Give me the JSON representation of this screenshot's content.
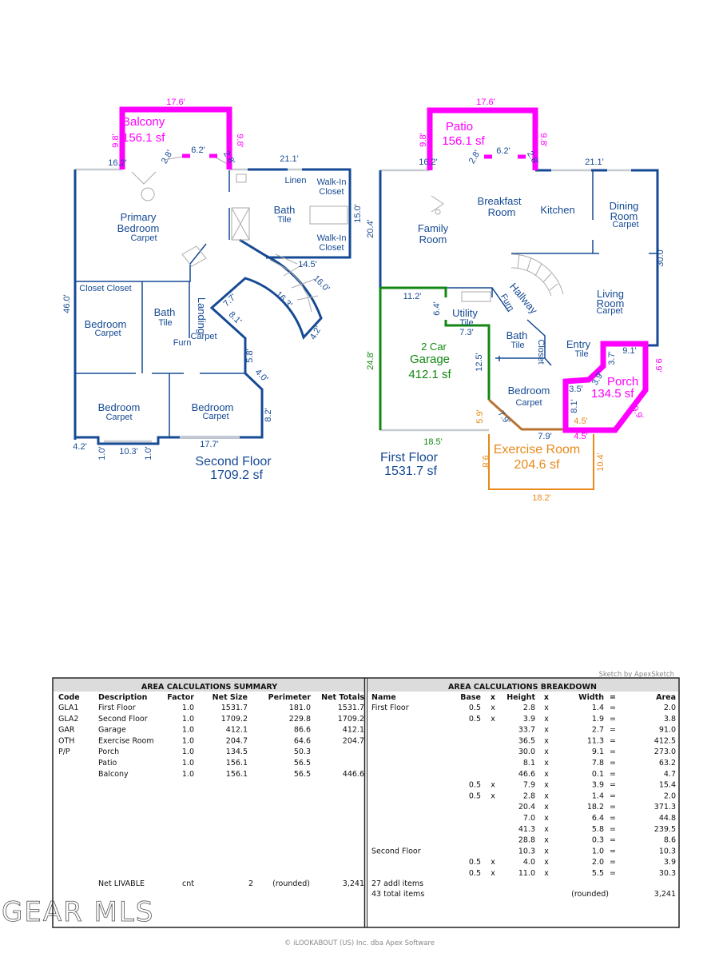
{
  "colors": {
    "walls": "#164a94",
    "porch_patio_balcony": "#ff00ff",
    "garage": "#118811",
    "exercise_room": "#e8891a"
  },
  "second_floor": {
    "title": "Second Floor",
    "area": "1709.2 sf",
    "balcony": {
      "name": "Balcony",
      "area": "156.1 sf",
      "width": "17.6'",
      "left": "9.8'",
      "right": "9.8'"
    },
    "rooms": {
      "primary_bedroom": [
        "Primary",
        "Bedroom",
        "Carpet"
      ],
      "bath_main": [
        "Bath",
        "Tile"
      ],
      "linen": "Linen",
      "walk_in_1": [
        "Walk-In",
        "Closet"
      ],
      "walk_in_2": [
        "Walk-In",
        "Closet"
      ],
      "closets": "Closet Closet",
      "bedroom_1": [
        "Bedroom",
        "Carpet"
      ],
      "bath_2": [
        "Bath",
        "Tile"
      ],
      "furn": "Furn",
      "landing": [
        "Landing",
        "Carpet"
      ],
      "bedroom_2": [
        "Bedroom",
        "Carpet"
      ],
      "bedroom_3": [
        "Bedroom",
        "Carpet"
      ]
    },
    "dims": [
      "16.2'",
      "2.8'",
      "6.2'",
      "2.8'",
      "21.1'",
      "15.0'",
      "14.5'",
      "16.0'",
      "16.3'",
      "7.7'",
      "8.1'",
      "4.2'",
      "46.0'",
      "5.8'",
      "4.0'",
      "8.2'",
      "4.2'",
      "1.0'",
      "10.3'",
      "1.0'",
      "17.7'"
    ]
  },
  "first_floor": {
    "title": "First Floor",
    "area": "1531.7 sf",
    "patio": {
      "name": "Patio",
      "area": "156.1 sf",
      "width": "17.6'",
      "left": "9.8'",
      "right": "9.8'"
    },
    "garage": {
      "name1": "2 Car",
      "name2": "Garage",
      "area": "412.1 sf",
      "dims": [
        "24.8'",
        "18.5'"
      ]
    },
    "porch": {
      "name": "Porch",
      "area": "134.5 sf",
      "dims": [
        "9.9'",
        "9.9'",
        "4.5'"
      ]
    },
    "exercise": {
      "name": "Exercise Room",
      "area": "204.6 sf",
      "dims": [
        "5.9'",
        "9.8'",
        "10.4'",
        "18.2'",
        "4.5'"
      ]
    },
    "rooms": {
      "breakfast": [
        "Breakfast",
        "Room"
      ],
      "kitchen": "Kitchen",
      "dining": [
        "Dining",
        "Room",
        "Carpet"
      ],
      "family": [
        "Family",
        "Room"
      ],
      "hallway": "Hallway",
      "living": [
        "Living",
        "Room",
        "Carpet"
      ],
      "utility": [
        "Utility",
        "Tile"
      ],
      "furn": "Furn",
      "bath": [
        "Bath",
        "Tile"
      ],
      "closet": "Closet",
      "entry": [
        "Entry",
        "Tile"
      ],
      "bedroom": [
        "Bedroom",
        "Carpet"
      ]
    },
    "dims": [
      "16.2'",
      "2.8'",
      "6.2'",
      "2.8'",
      "21.1'",
      "20.4'",
      "30.0'",
      "11.2'",
      "6.4'",
      "7.3'",
      "12.5'",
      "9.1'",
      "3.7'",
      "3.9'",
      "3.5'",
      "8.1'",
      "7.9'",
      "7.9'"
    ]
  },
  "credit": "Sketch by ApexSketch",
  "summary": {
    "title": "AREA CALCULATIONS SUMMARY",
    "headers": [
      "Code",
      "Description",
      "Factor",
      "Net Size",
      "Perimeter",
      "Net Totals"
    ],
    "rows": [
      [
        "GLA1",
        "First Floor",
        "1.0",
        "1531.7",
        "181.0",
        "1531.7"
      ],
      [
        "GLA2",
        "Second Floor",
        "1.0",
        "1709.2",
        "229.8",
        "1709.2"
      ],
      [
        "GAR",
        "Garage",
        "1.0",
        "412.1",
        "86.6",
        "412.1"
      ],
      [
        "OTH",
        "Exercise Room",
        "1.0",
        "204.7",
        "64.6",
        "204.7"
      ],
      [
        "P/P",
        "Porch",
        "1.0",
        "134.5",
        "50.3",
        ""
      ],
      [
        "",
        "Patio",
        "1.0",
        "156.1",
        "56.5",
        ""
      ],
      [
        "",
        "Balcony",
        "1.0",
        "156.1",
        "56.5",
        "446.6"
      ]
    ],
    "total": [
      "Net LIVABLE",
      "cnt",
      "2",
      "(rounded)",
      "3,241"
    ]
  },
  "breakdown": {
    "title": "AREA CALCULATIONS BREAKDOWN",
    "headers": [
      "Name",
      "Base",
      "x",
      "Height",
      "x",
      "Width",
      "=",
      "Area"
    ],
    "op_mul": "x",
    "op_eq": "=",
    "rows": [
      [
        "First Floor",
        "0.5",
        "2.8",
        "1.4",
        "2.0"
      ],
      [
        "",
        "0.5",
        "3.9",
        "1.9",
        "3.8"
      ],
      [
        "",
        "",
        "33.7",
        "2.7",
        "91.0"
      ],
      [
        "",
        "",
        "36.5",
        "11.3",
        "412.5"
      ],
      [
        "",
        "",
        "30.0",
        "9.1",
        "273.0"
      ],
      [
        "",
        "",
        "8.1",
        "7.8",
        "63.2"
      ],
      [
        "",
        "",
        "46.6",
        "0.1",
        "4.7"
      ],
      [
        "",
        "0.5",
        "7.9",
        "3.9",
        "15.4"
      ],
      [
        "",
        "0.5",
        "2.8",
        "1.4",
        "2.0"
      ],
      [
        "",
        "",
        "20.4",
        "18.2",
        "371.3"
      ],
      [
        "",
        "",
        "7.0",
        "6.4",
        "44.8"
      ],
      [
        "",
        "",
        "41.3",
        "5.8",
        "239.5"
      ],
      [
        "",
        "",
        "28.8",
        "0.3",
        "8.6"
      ],
      [
        "Second Floor",
        "",
        "10.3",
        "1.0",
        "10.3"
      ],
      [
        "",
        "0.5",
        "4.0",
        "2.0",
        "3.9"
      ],
      [
        "",
        "0.5",
        "11.0",
        "5.5",
        "30.3"
      ]
    ],
    "addl": "27 addl items",
    "total_items": "43 total items",
    "rounded": "(rounded)",
    "total": "3,241"
  },
  "watermark": "GEAR MLS",
  "footer": "© iLOOKABOUT (US) Inc. dba Apex Software"
}
